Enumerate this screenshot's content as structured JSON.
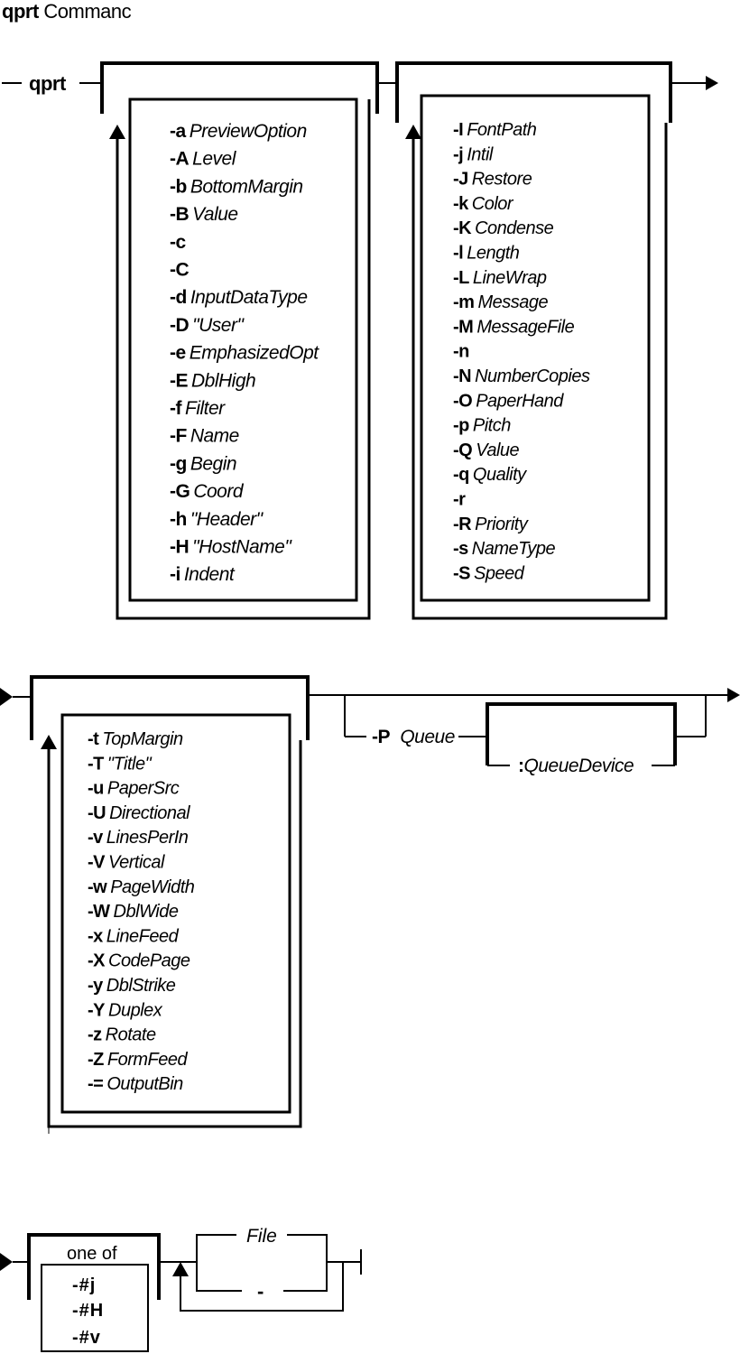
{
  "title": {
    "command": "qprt",
    "suffix": "Commanc"
  },
  "start_label": "qprt",
  "group1": [
    {
      "flag": "-a",
      "arg": "PreviewOption"
    },
    {
      "flag": "-A",
      "arg": "Level"
    },
    {
      "flag": "-b",
      "arg": "BottomMargin"
    },
    {
      "flag": "-B",
      "arg": "Value"
    },
    {
      "flag": "-c",
      "arg": ""
    },
    {
      "flag": "-C",
      "arg": ""
    },
    {
      "flag": "-d",
      "arg": "InputDataType"
    },
    {
      "flag": "-D",
      "arg": "\"User\""
    },
    {
      "flag": "-e",
      "arg": "EmphasizedOpt"
    },
    {
      "flag": "-E",
      "arg": "DblHigh"
    },
    {
      "flag": "-f",
      "arg": "Filter"
    },
    {
      "flag": "-F",
      "arg": "Name"
    },
    {
      "flag": "-g",
      "arg": "Begin"
    },
    {
      "flag": "-G",
      "arg": "Coord"
    },
    {
      "flag": "-h",
      "arg": "\"Header\""
    },
    {
      "flag": "-H",
      "arg": "\"HostName\""
    },
    {
      "flag": "-i",
      "arg": "Indent"
    }
  ],
  "group2": [
    {
      "flag": "-I",
      "arg": "FontPath"
    },
    {
      "flag": "-j",
      "arg": "Intil"
    },
    {
      "flag": "-J",
      "arg": "Restore"
    },
    {
      "flag": "-k",
      "arg": "Color"
    },
    {
      "flag": "-K",
      "arg": "Condense"
    },
    {
      "flag": "-l",
      "arg": "Length"
    },
    {
      "flag": "-L",
      "arg": "LineWrap"
    },
    {
      "flag": "-m",
      "arg": "Message"
    },
    {
      "flag": "-M",
      "arg": "MessageFile"
    },
    {
      "flag": "-n",
      "arg": ""
    },
    {
      "flag": "-N",
      "arg": "NumberCopies"
    },
    {
      "flag": "-O",
      "arg": "PaperHand"
    },
    {
      "flag": "-p",
      "arg": "Pitch"
    },
    {
      "flag": "-Q",
      "arg": "Value"
    },
    {
      "flag": "-q",
      "arg": "Quality"
    },
    {
      "flag": "-r",
      "arg": ""
    },
    {
      "flag": "-R",
      "arg": "Priority"
    },
    {
      "flag": "-s",
      "arg": "NameType"
    },
    {
      "flag": "-S",
      "arg": "Speed"
    }
  ],
  "group3": [
    {
      "flag": "-t",
      "arg": "TopMargin"
    },
    {
      "flag": "-T",
      "arg": "\"Title\""
    },
    {
      "flag": "-u",
      "arg": "PaperSrc"
    },
    {
      "flag": "-U",
      "arg": "Directional"
    },
    {
      "flag": "-v",
      "arg": "LinesPerIn"
    },
    {
      "flag": "-V",
      "arg": "Vertical"
    },
    {
      "flag": "-w",
      "arg": "PageWidth"
    },
    {
      "flag": "-W",
      "arg": "DblWide"
    },
    {
      "flag": "-x",
      "arg": "LineFeed"
    },
    {
      "flag": "-X",
      "arg": "CodePage"
    },
    {
      "flag": "-y",
      "arg": "DblStrike"
    },
    {
      "flag": "-Y",
      "arg": "Duplex"
    },
    {
      "flag": "-z",
      "arg": "Rotate"
    },
    {
      "flag": "-Z",
      "arg": "FormFeed"
    },
    {
      "flag": "-=",
      "arg": "OutputBin"
    }
  ],
  "queue": {
    "flag": "-P",
    "arg": "Queue",
    "device_prefix": ":",
    "device": "QueueDevice"
  },
  "oneof": {
    "label": "one of",
    "options": [
      "-#j",
      "-#H",
      "-#v"
    ]
  },
  "file": {
    "label": "File",
    "dash": "-"
  }
}
